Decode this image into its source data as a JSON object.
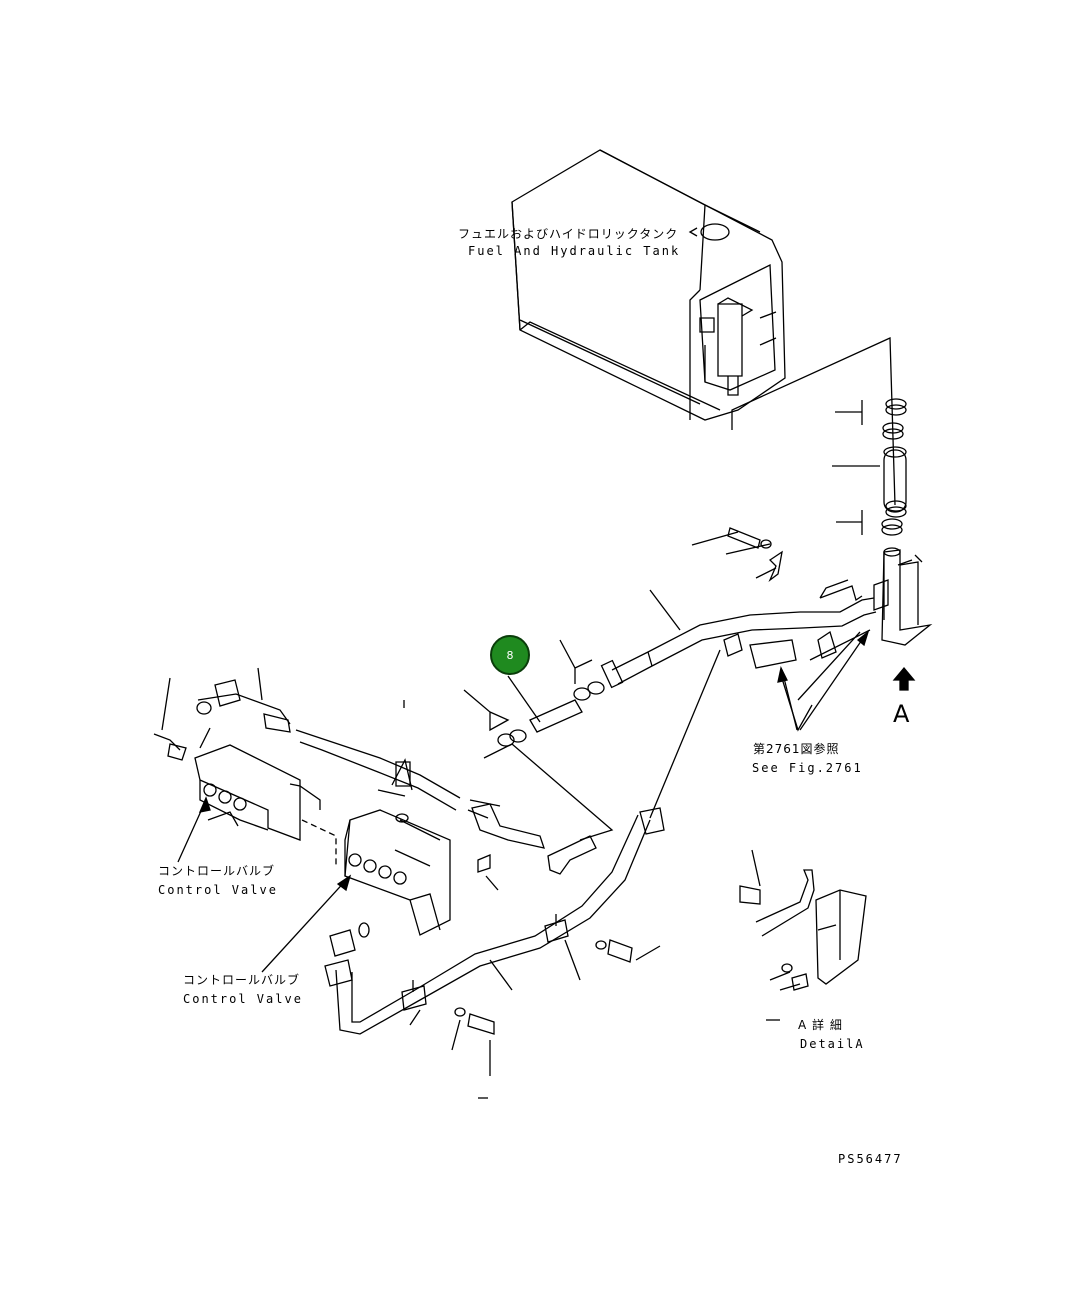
{
  "labels": {
    "tank_jp": "フュエルおよびハイドロリックタンク",
    "tank_en": "Fuel And Hydraulic Tank",
    "see_fig_jp": "第2761図参照",
    "see_fig_en": "See Fig.2761",
    "control_valve_jp": "コントロールバルブ",
    "control_valve_en": "Control Valve",
    "control_valve2_jp": "コントロールバルブ",
    "control_valve2_en": "Control Valve",
    "detail_jp": "A 詳 細",
    "detail_en": "DetailA",
    "view_arrow_label": "A",
    "drawing_number": "PS56477"
  },
  "callout": {
    "number": "8",
    "color": "#1f8a1f"
  },
  "icons": {
    "view_arrow": "up-arrow-icon"
  }
}
